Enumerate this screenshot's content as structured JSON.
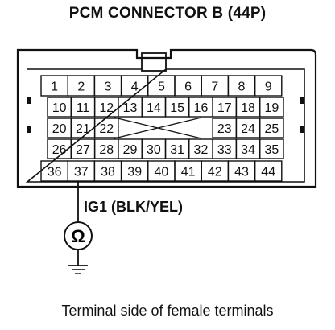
{
  "title": "PCM CONNECTOR B (44P)",
  "caption": "Terminal side of female terminals",
  "wire_label": "IG1 (BLK/YEL)",
  "meter_symbol": "Ω",
  "meter_icon": "ohmmeter-icon",
  "ground_icon": "ground-icon",
  "connector": {
    "rows": [
      {
        "cells": [
          "1",
          "2",
          "3",
          "4",
          "5",
          "6",
          "7",
          "8",
          "9"
        ]
      },
      {
        "cells": [
          "10",
          "11",
          "12",
          "13",
          "14",
          "15",
          "16",
          "17",
          "18",
          "19"
        ]
      },
      {
        "cells": [
          "20",
          "21",
          "22",
          "",
          "",
          "",
          "",
          "23",
          "24",
          "25"
        ]
      },
      {
        "cells": [
          "26",
          "27",
          "28",
          "29",
          "30",
          "31",
          "32",
          "33",
          "34",
          "35"
        ]
      },
      {
        "cells": [
          "36",
          "37",
          "38",
          "39",
          "40",
          "41",
          "42",
          "43",
          "44"
        ]
      }
    ],
    "highlighted_terminal": "37"
  }
}
